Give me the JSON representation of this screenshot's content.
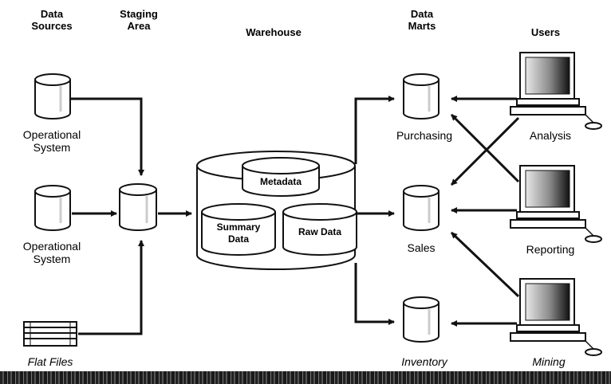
{
  "headers": {
    "data_sources": [
      "Data",
      "Sources"
    ],
    "staging_area": [
      "Staging",
      "Area"
    ],
    "warehouse": "Warehouse",
    "data_marts": [
      "Data",
      "Marts"
    ],
    "users": "Users"
  },
  "sources": {
    "operational_1": [
      "Operational",
      "System"
    ],
    "operational_2": [
      "Operational",
      "System"
    ],
    "flat_files": "Flat Files"
  },
  "warehouse": {
    "metadata": "Metadata",
    "summary": [
      "Summary",
      "Data"
    ],
    "raw": "Raw Data"
  },
  "marts": {
    "purchasing": "Purchasing",
    "sales": "Sales",
    "inventory": "Inventory"
  },
  "users": {
    "analysis": "Analysis",
    "reporting": "Reporting",
    "mining": "Mining"
  }
}
